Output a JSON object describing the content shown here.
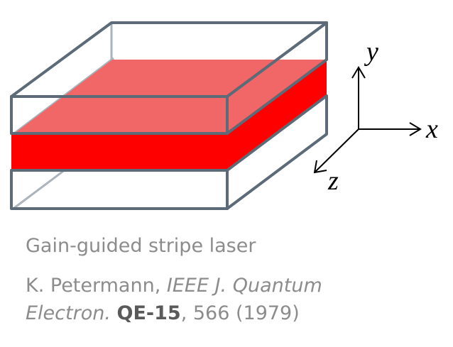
{
  "diagram": {
    "axes": {
      "x_label": "x",
      "y_label": "y",
      "z_label": "z"
    },
    "colors": {
      "active_layer": "#ff0000",
      "stripe_top": "#f16666",
      "box_edge": "#5c6b77",
      "hidden_edge": "#aab4bc"
    }
  },
  "caption": {
    "title": "Gain-guided  stripe laser",
    "citation": {
      "authors": "K. Petermann, ",
      "journal_part1": "IEEE J. Quantum",
      "journal_part2": "Electron.",
      "space": " ",
      "volume": "QE-15",
      "details": ", 566 (1979)"
    }
  }
}
